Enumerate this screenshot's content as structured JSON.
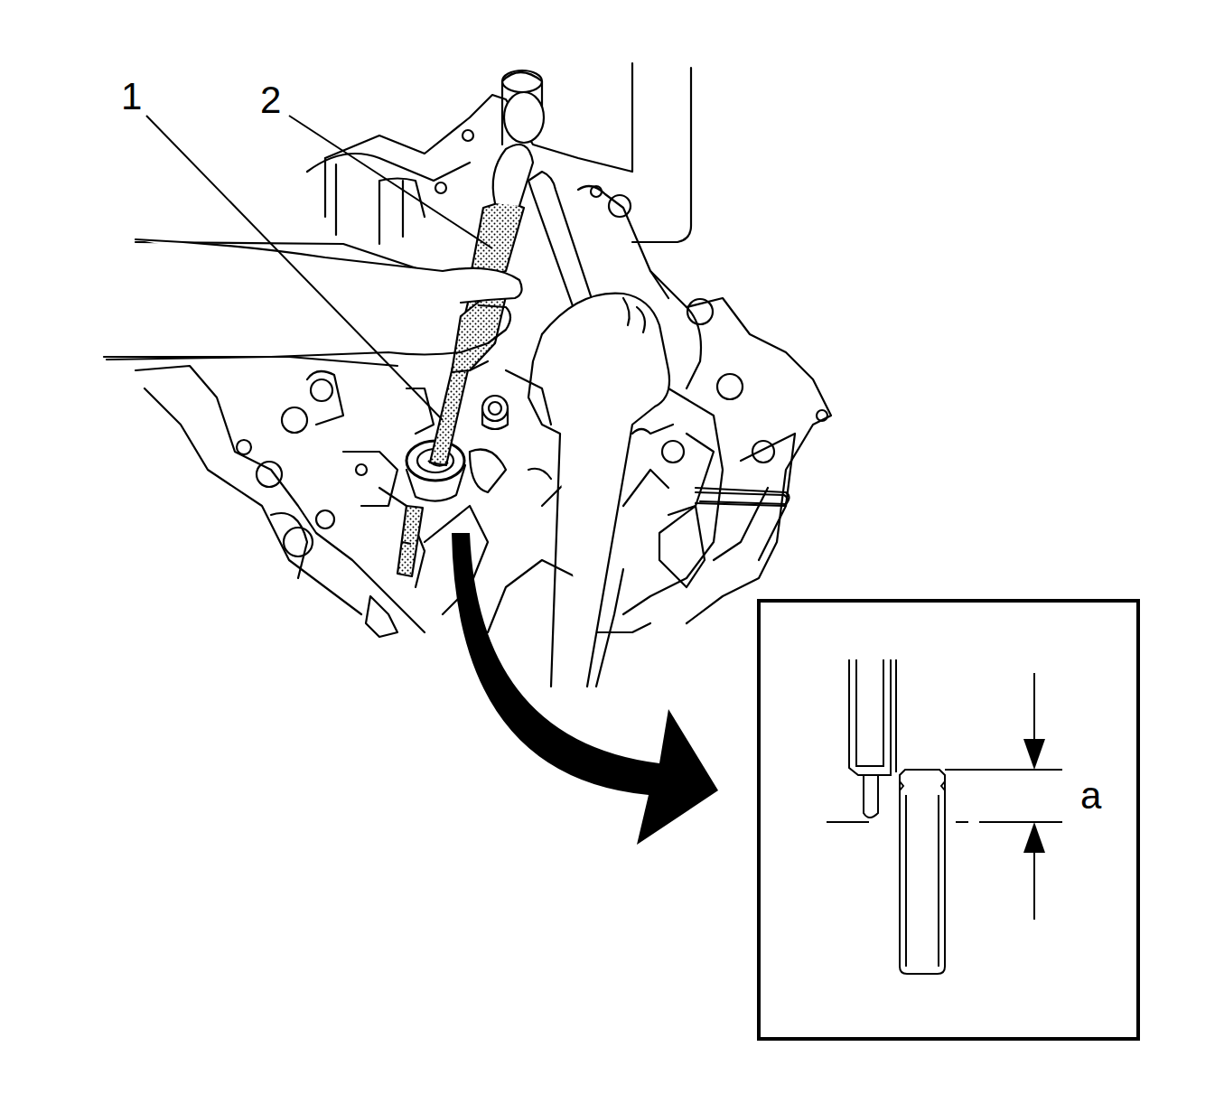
{
  "diagram": {
    "labels": [
      "1",
      "2",
      "a"
    ]
  }
}
